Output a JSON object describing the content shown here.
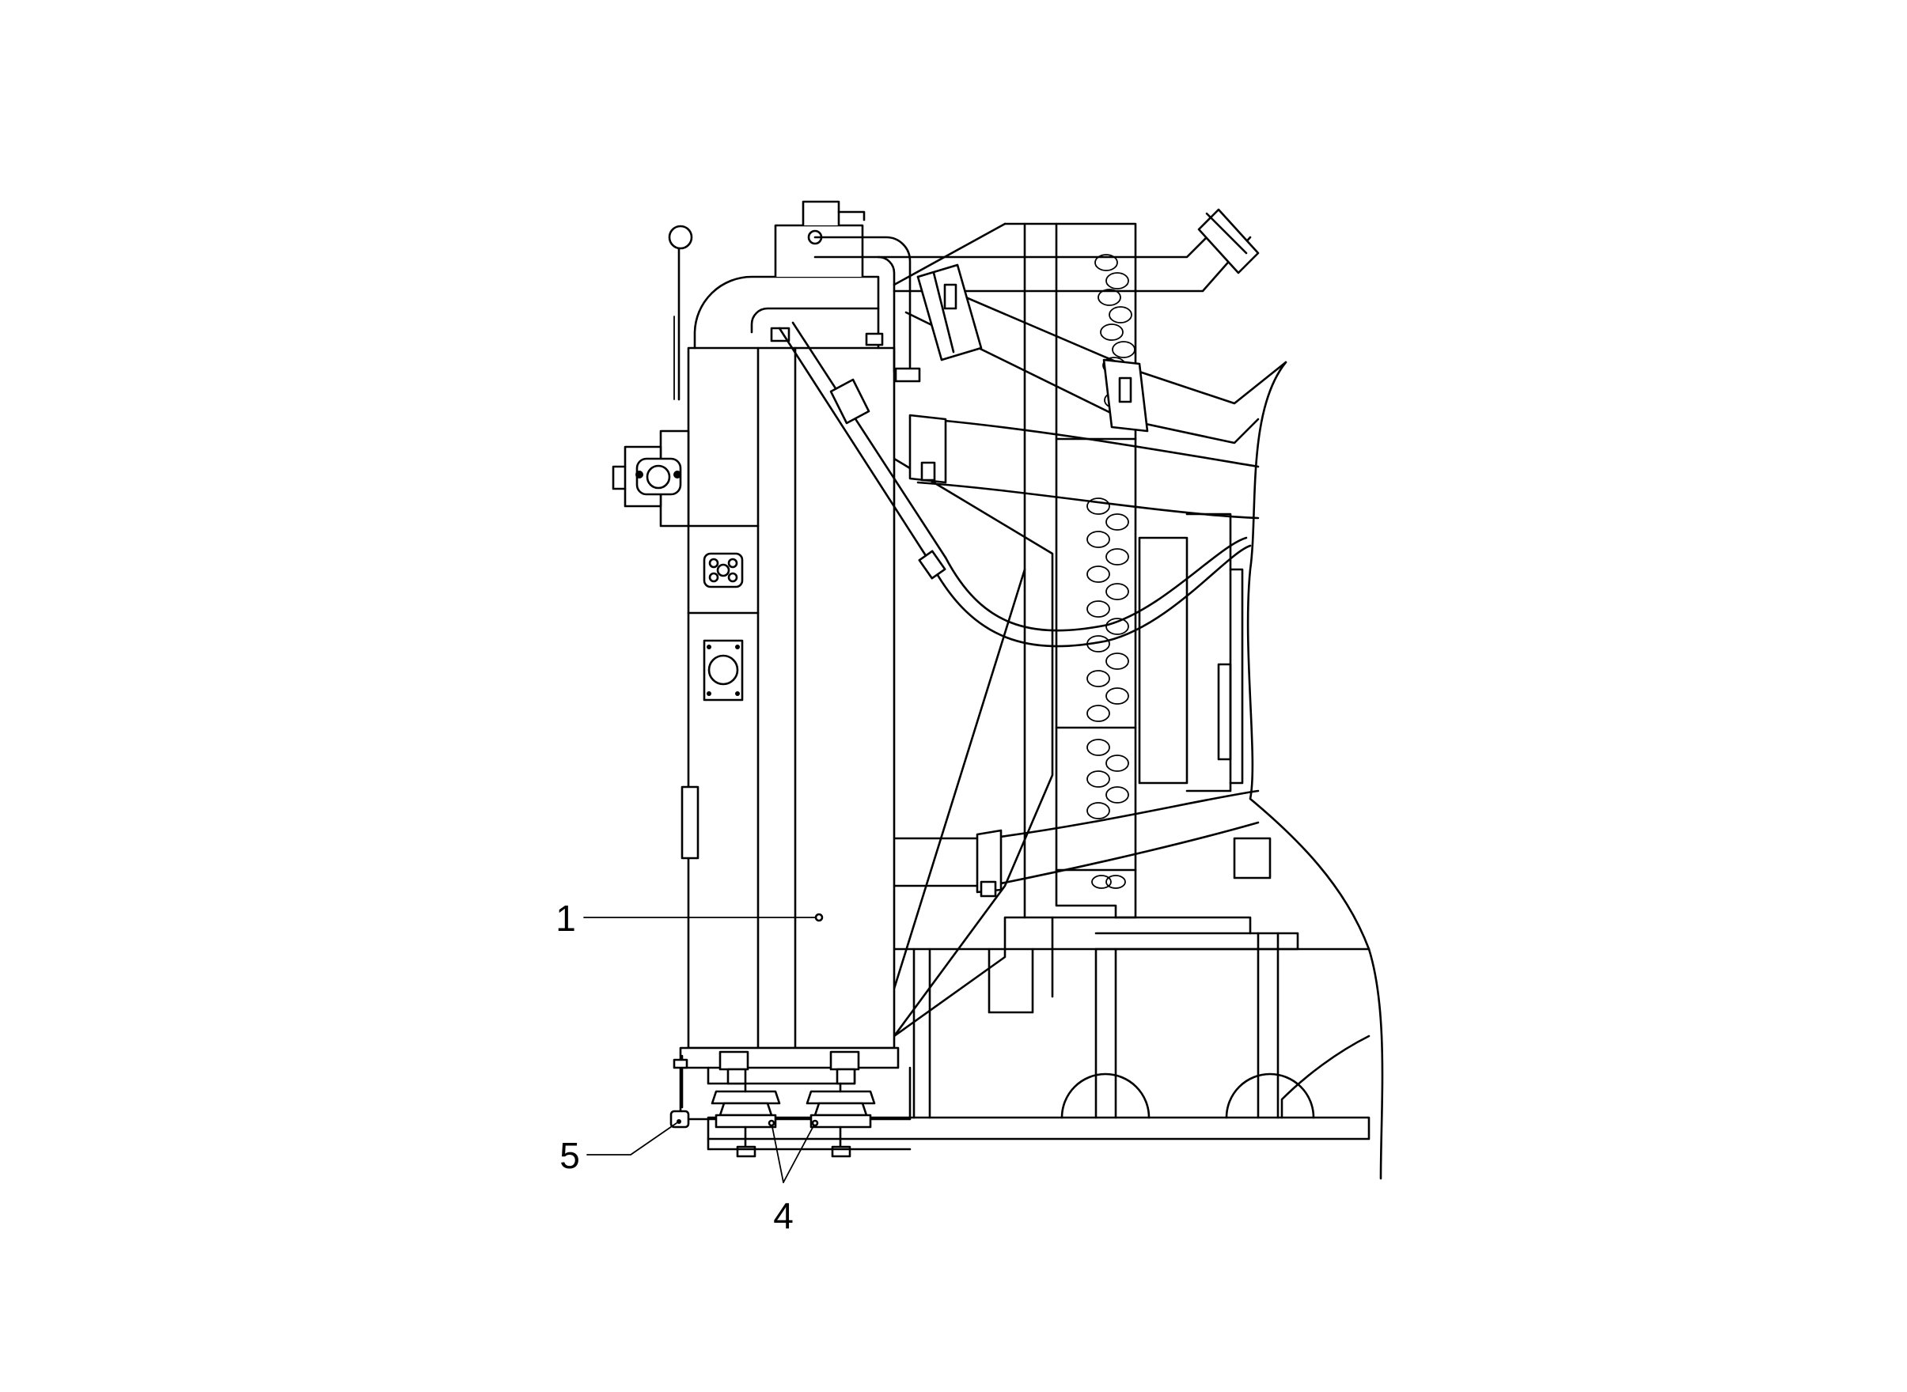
{
  "figure": {
    "callouts": [
      {
        "id": "c1",
        "label": "1"
      },
      {
        "id": "c4",
        "label": "4"
      },
      {
        "id": "c5",
        "label": "5"
      }
    ]
  }
}
